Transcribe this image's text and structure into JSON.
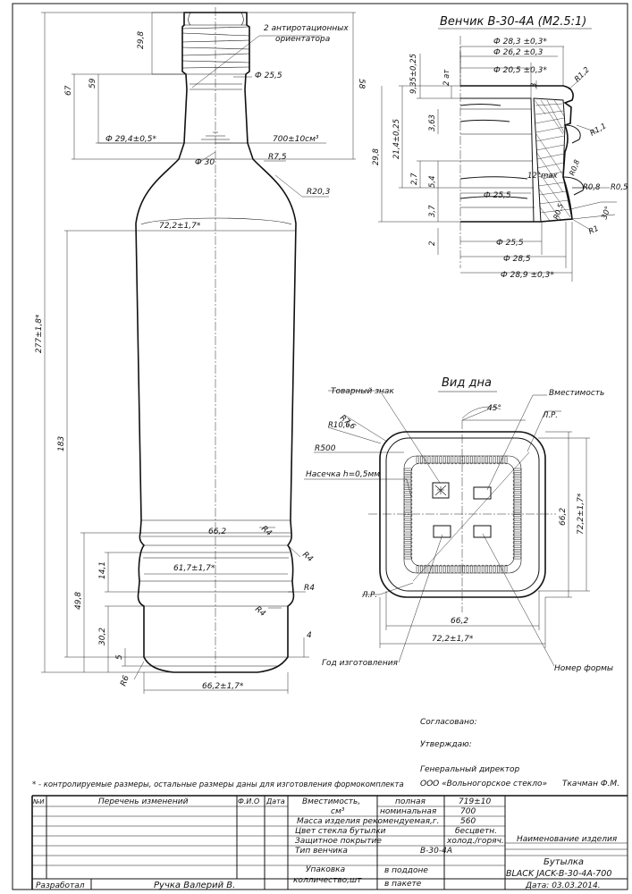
{
  "neck_title": "Венчик В-30-4А (М2.5:1)",
  "bottom_title": "Вид дна",
  "bottle": {
    "orientators_note": [
      "2 антиротационных",
      "ориентатора"
    ],
    "dim_29_8": "29,8",
    "dim_67": "67",
    "dim_59": "59",
    "dim_58": "58",
    "dia_25_5": "Ф 25,5",
    "dia_29_4": "Ф 29,4±0,5*",
    "volume_label": "700±10см³",
    "dia_30": "Ф 30",
    "r_7_5": "R7,5",
    "r_20_3": "R20,3",
    "width_72_2": "72,2±1,7*",
    "height_277": "277±1,8*",
    "height_183": "183",
    "width_66_2": "66,2",
    "r4_a": "R4",
    "r4_b": "R4",
    "r4_c": "R4",
    "r4_d": "R4",
    "width_61_7": "61,7±1,7*",
    "dim_14_1": "14,1",
    "dim_49_8": "49,8",
    "dim_30_2": "30,2",
    "dim_4": "4",
    "dim_5": "5",
    "r_6": "R6",
    "width_66_2_tol": "66,2±1,7*"
  },
  "neck": {
    "d_28_3": "Ф 28,3 ±0,3*",
    "d_26_2": "Ф 26,2 ±0,3",
    "d_20_5": "Ф 20,5 ±0,3*",
    "d_25_5_inner": "Ф 25,5",
    "d_25_5": "Ф 25,5",
    "d_28_5": "Ф 28,5",
    "d_28_9": "Ф 28,9 ±0,3*",
    "h_9_35": "9,35±0,25",
    "h_2_a": "2 ат",
    "h_3": "3",
    "h_3_63": "3,63",
    "h_21_4": "21,4±0,25",
    "h_29_8": "29,8",
    "h_2_7": "2,7",
    "h_5_4": "5,4",
    "h_3_7": "3,7",
    "h_2_b": "2",
    "r_1_2": "R1,2",
    "r_1_1": "R1,1",
    "max_12": "12°max",
    "r_0_8a": "R0,8",
    "r_0_8b": "R0,8",
    "r_0_5a": "R0,5",
    "r_0_5b": "R0,5",
    "r_1": "R1",
    "ang_30": "30°"
  },
  "bottom": {
    "trademark": "Товарный знак",
    "capacity": "Вместимость",
    "r_7_6": "R7,6",
    "r_10_6": "R10,6",
    "r_500": "R500",
    "notch": "Насечка h=0,5мм",
    "angle_45": "45°",
    "lr_top": "Л.Р.",
    "lr_bottom": "Л.Р.",
    "dim_66_2_v": "66,2",
    "dim_72_2_v": "72,2±1,7*",
    "dim_66_2_h": "66,2",
    "dim_72_2_h": "72,2±1,7*",
    "year": "Год изготовления",
    "mold_number": "Номер формы"
  },
  "approval": {
    "agreed": "Согласовано:",
    "approved": "Утверждаю:",
    "director_title": "Генеральный директор",
    "company": "ООО «Вольногорское стекло»",
    "director_name": "Ткачман Ф.М."
  },
  "footnote": "* - контролируемые размеры, остальные размеры даны для изготовления формокомплекта",
  "title_block": {
    "col_num": "№И",
    "col_changes": "Перечень изменений",
    "col_fio": "Ф.И.О",
    "col_date": "Дата",
    "capacity_label": "Вместимость,",
    "capacity_unit": "см³",
    "full": "полная",
    "full_value": "719±10",
    "nominal": "номинальная",
    "nominal_value": "700",
    "mass_label": "Масса изделия рекомендуемая,г.",
    "mass_value": "560",
    "color_label": "Цвет стекла бутылки",
    "color_value": "бесцветн.",
    "coating_label": "Защитное покрытие",
    "coating_value": "холод./горяч.",
    "neck_type_label": "Тип венчика",
    "neck_type_value": "В-30-4А",
    "packing_label": "Упаковка",
    "packing_sub": "колличество,шт",
    "pallet": "в поддоне",
    "package": "в пакете",
    "product_name_label": "Наименование изделия",
    "product_kind": "Бутылка",
    "product_code": "BLACK JACK-В-30-4А-700",
    "date_label": "Дата: 03.03.2014.",
    "developer_label": "Разработал",
    "developer_name": "Ручка Валерий В."
  }
}
